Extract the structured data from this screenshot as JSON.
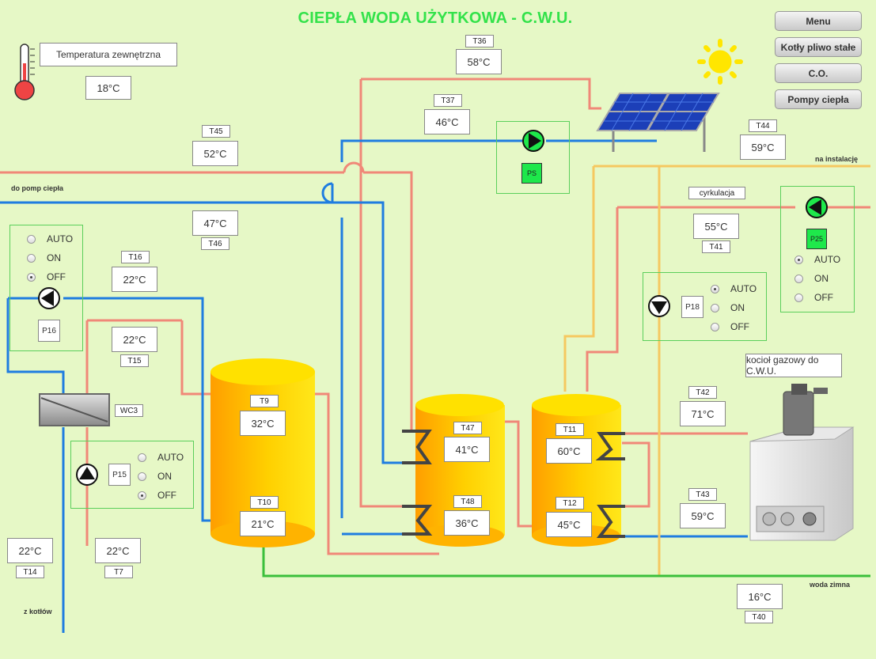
{
  "title": "CIEPŁA WODA UŻYTKOWA - C.W.U.",
  "menu": {
    "menu": "Menu",
    "kotly": "Kotły pliwo stałe",
    "co": "C.O.",
    "pompy": "Pompy ciepła"
  },
  "outside": {
    "label": "Temperatura zewnętrzna",
    "value": "18°C"
  },
  "line_labels": {
    "do_pomp": "do pomp ciepła",
    "na_instalacje": "na instalację",
    "cyrkulacja": "cyrkulacja",
    "woda_zimna": "woda zimna",
    "z_kotlow": "z kotłów",
    "wc3": "WC3",
    "boiler": "kocioł gazowy do C.W.U."
  },
  "sensors": {
    "T36": {
      "tag": "T36",
      "value": "58°C"
    },
    "T37": {
      "tag": "T37",
      "value": "46°C"
    },
    "T45": {
      "tag": "T45",
      "value": "52°C"
    },
    "T44": {
      "tag": "T44",
      "value": "59°C"
    },
    "T46": {
      "tag": "T46",
      "value": "47°C"
    },
    "T41": {
      "tag": "T41",
      "value": "55°C"
    },
    "T16": {
      "tag": "T16",
      "value": "22°C"
    },
    "T15": {
      "tag": "T15",
      "value": "22°C"
    },
    "T9": {
      "tag": "T9",
      "value": "32°C"
    },
    "T10": {
      "tag": "T10",
      "value": "21°C"
    },
    "T47": {
      "tag": "T47",
      "value": "41°C"
    },
    "T48": {
      "tag": "T48",
      "value": "36°C"
    },
    "T11": {
      "tag": "T11",
      "value": "60°C"
    },
    "T12": {
      "tag": "T12",
      "value": "45°C"
    },
    "T42": {
      "tag": "T42",
      "value": "71°C"
    },
    "T43": {
      "tag": "T43",
      "value": "59°C"
    },
    "T14": {
      "tag": "T14",
      "value": "22°C"
    },
    "T7": {
      "tag": "T7",
      "value": "22°C"
    },
    "T40": {
      "tag": "T40",
      "value": "16°C"
    }
  },
  "pumps": {
    "PS": {
      "label": "PS"
    },
    "P25": {
      "label": "P25",
      "mode": "AUTO"
    },
    "P16": {
      "label": "P16",
      "mode": "OFF"
    },
    "P18": {
      "label": "P18",
      "mode": "AUTO"
    },
    "P15": {
      "label": "P15",
      "mode": "OFF"
    }
  },
  "modes": {
    "auto": "AUTO",
    "on": "ON",
    "off": "OFF"
  },
  "colors": {
    "hot_pipe": "#f08878",
    "cold_pipe": "#1f7de0",
    "circ_pipe": "#f5c860",
    "cold_water": "#3bbf3b",
    "panel_border": "#5bcf5b",
    "pump_green": "#1ee84b",
    "tank": "#ffc300",
    "title": "#33e24a"
  }
}
